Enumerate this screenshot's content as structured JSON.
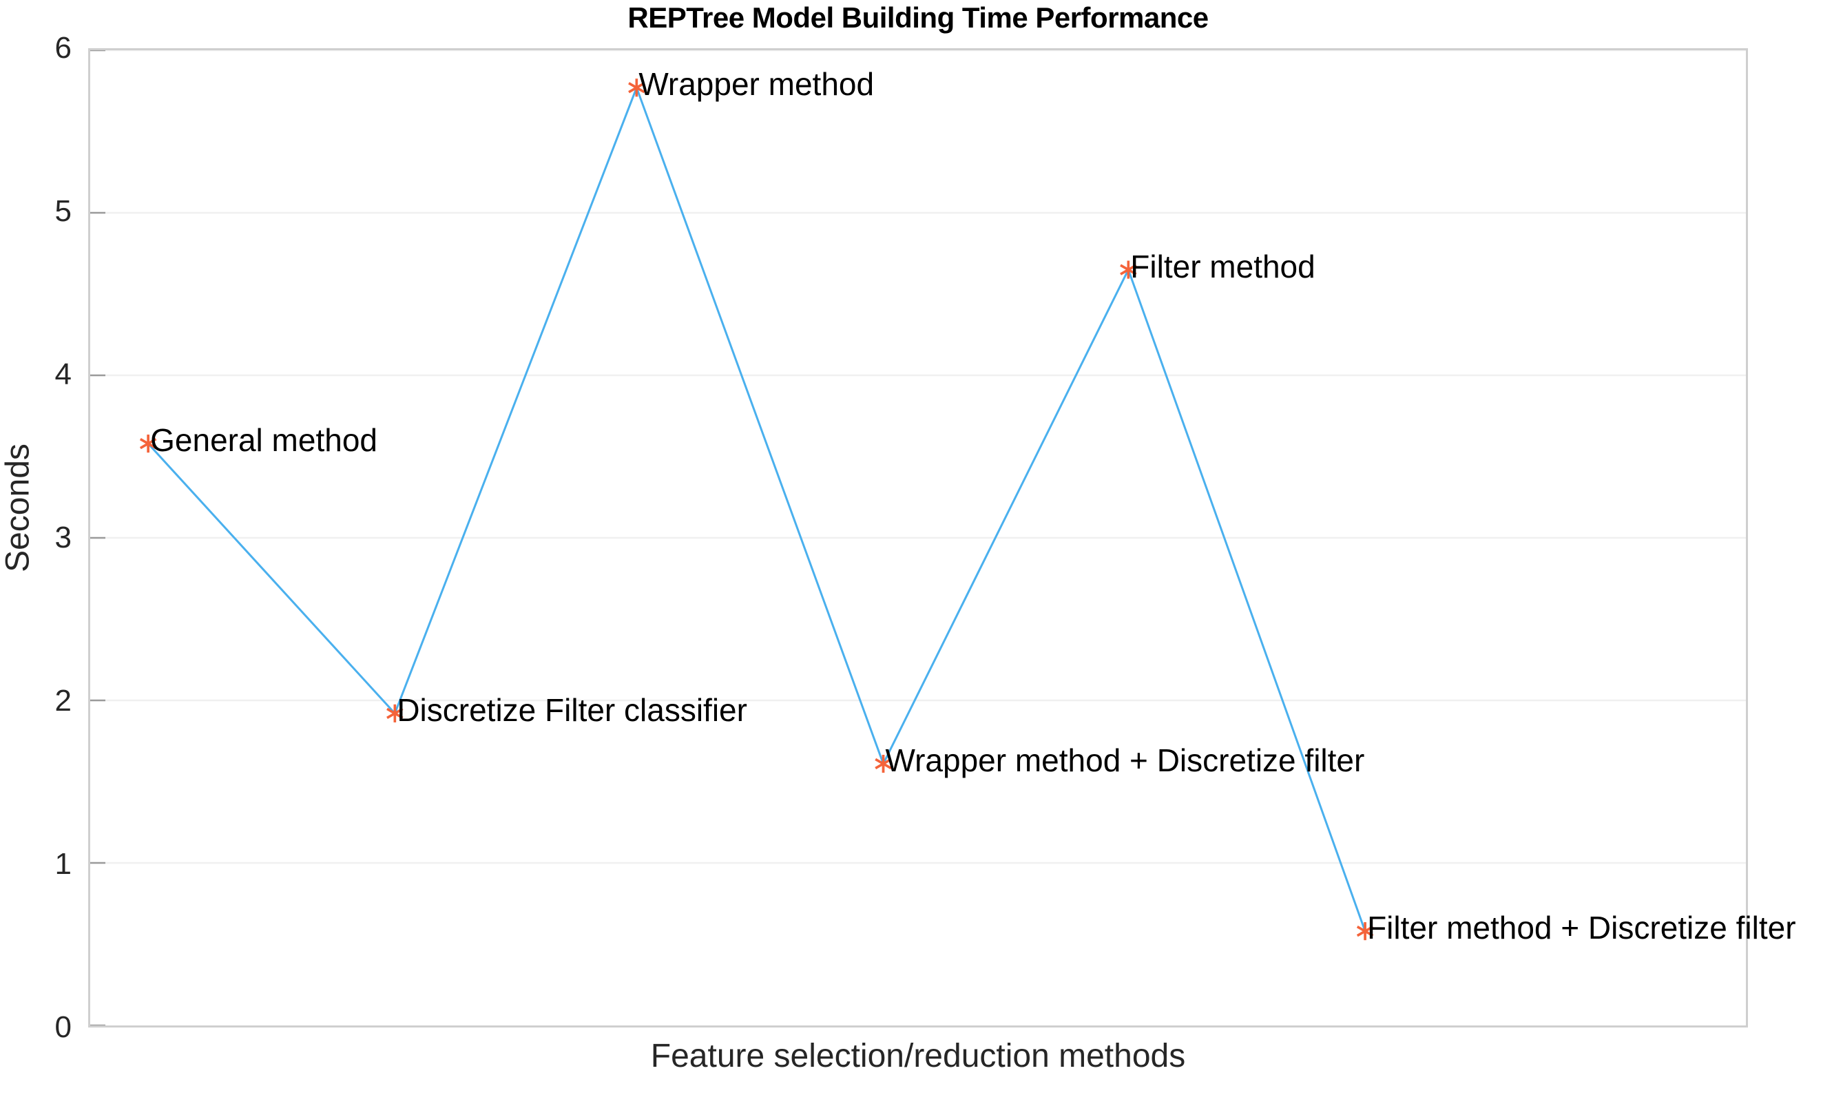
{
  "chart_data": {
    "type": "line",
    "title": "REPTree Model Building Time Performance",
    "xlabel": "Feature selection/reduction methods",
    "ylabel": "Seconds",
    "ylim": [
      0,
      6
    ],
    "yticks": [
      "0",
      "1",
      "2",
      "3",
      "4",
      "5",
      "6"
    ],
    "xticks": [],
    "grid": true,
    "legend": "none",
    "line_color": "#4ab0ee",
    "marker_color": "#f4633a",
    "marker_style": "asterisk",
    "categories": [
      "General method",
      "Discretize Filter classifier",
      "Wrapper method",
      "Wrapper method + Discretize filter",
      "Filter method",
      "Filter method + Discretize filter"
    ],
    "values": [
      3.58,
      1.92,
      5.77,
      1.61,
      4.65,
      0.58
    ],
    "points": [
      {
        "label": "General method",
        "x": 1,
        "y": 3.58,
        "label_side": "right"
      },
      {
        "label": "Discretize Filter classifier",
        "x": 2,
        "y": 1.92,
        "label_side": "right"
      },
      {
        "label": "Wrapper method",
        "x": 3,
        "y": 5.77,
        "label_side": "right"
      },
      {
        "label": "Wrapper method + Discretize filter",
        "x": 4,
        "y": 1.61,
        "label_side": "right"
      },
      {
        "label": "Filter method",
        "x": 5,
        "y": 4.65,
        "label_side": "right"
      },
      {
        "label": "Filter method + Discretize filter",
        "x": 6,
        "y": 0.58,
        "label_side": "right"
      }
    ]
  },
  "axes": {
    "y_tick_0": "0",
    "y_tick_1": "1",
    "y_tick_2": "2",
    "y_tick_3": "3",
    "y_tick_4": "4",
    "y_tick_5": "5",
    "y_tick_6": "6"
  },
  "colors": {
    "line": "#4ab0ee",
    "marker": "#f4633a",
    "axis_border": "#cfcfcf",
    "grid": "#f0f0f0",
    "text": "#262626",
    "title": "#000000",
    "background": "#ffffff"
  }
}
